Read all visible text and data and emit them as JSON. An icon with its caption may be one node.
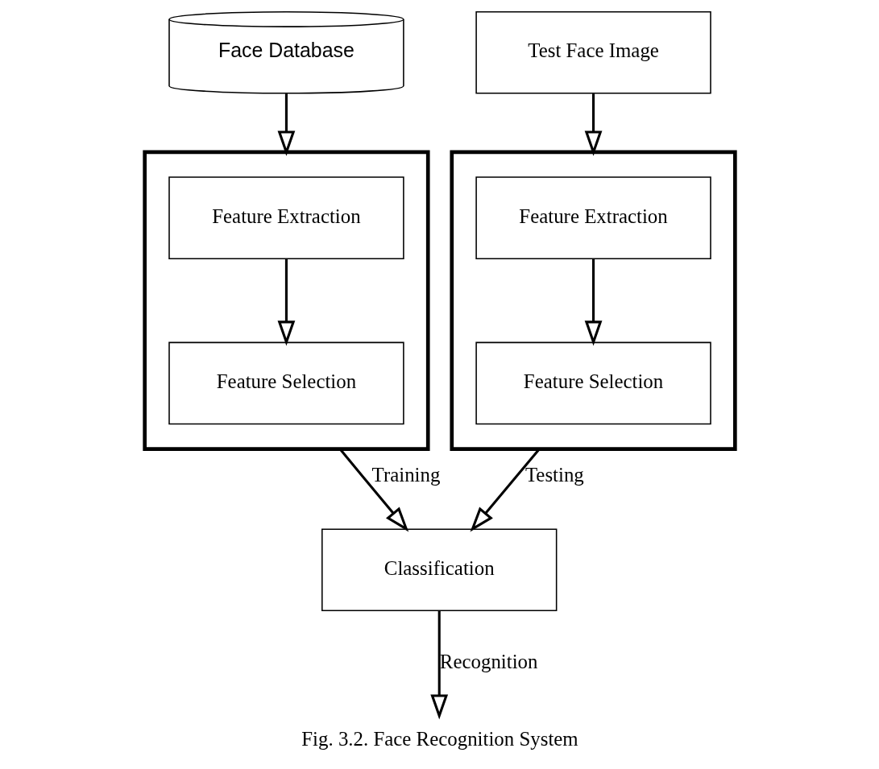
{
  "diagram": {
    "caption": "Fig. 3.2. Face Recognition System",
    "nodes": [
      {
        "text": [
          "Face Database"
        ]
      },
      {
        "text": [
          "Test Face Image"
        ]
      },
      {
        "text": [],
        "shape": "box"
      },
      {
        "text": [
          "Feature Extraction"
        ],
        "in": 2
      },
      {
        "text": [
          "Feature Selection"
        ],
        "in": 2
      },
      {
        "text": [],
        "shape": "box"
      },
      {
        "text": [
          "Feature Extraction"
        ],
        "in": 5
      },
      {
        "text": [
          "Feature Selection"
        ],
        "in": 5
      },
      {
        "text": [
          "Classification"
        ]
      }
    ],
    "edges": [
      {
        "from": 0,
        "to": 2,
        "arrow": "to"
      },
      {
        "from": 3,
        "to": 4,
        "arrow": "to"
      },
      {
        "from": 1,
        "to": 5,
        "arrow": "to"
      },
      {
        "from": 6,
        "to": 7,
        "arrow": "to"
      },
      {
        "from": 2,
        "to": 8,
        "arrow": "to",
        "label": "Training"
      },
      {
        "from": 5,
        "to": 8,
        "arrow": "to",
        "label": "Testing"
      },
      {
        "from": 8,
        "to": null,
        "arrow": "to",
        "label": "Recognition"
      }
    ]
  }
}
